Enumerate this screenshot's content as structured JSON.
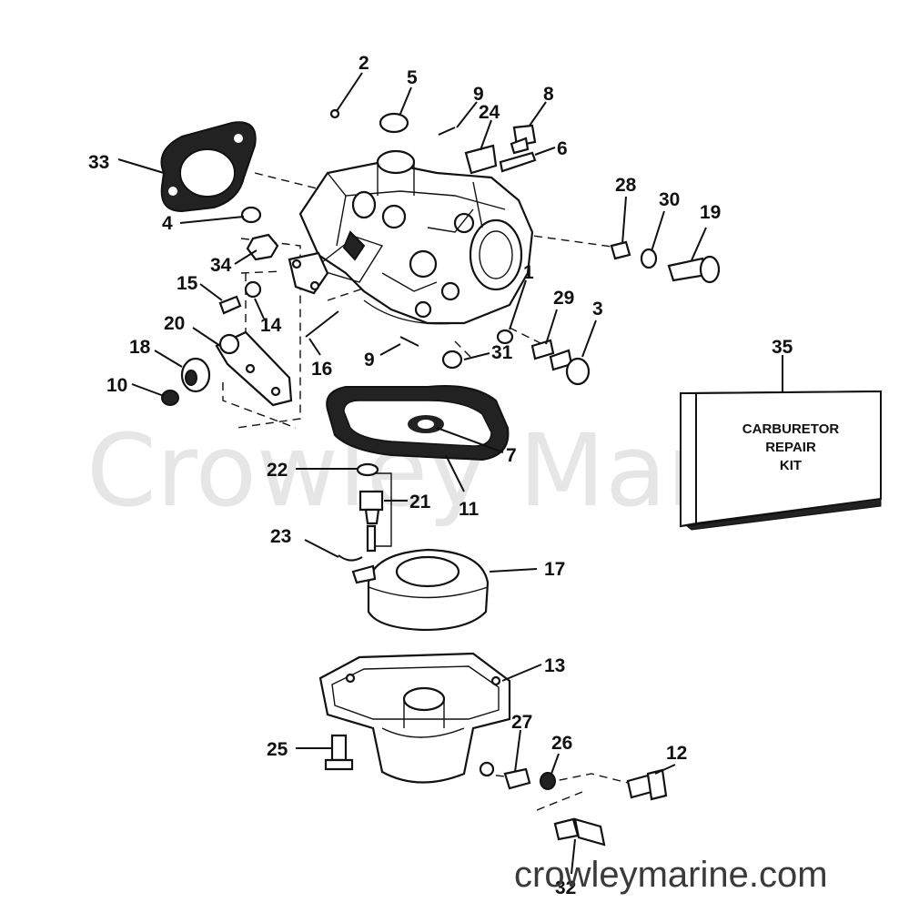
{
  "watermark": "Crowley Marine",
  "website": "crowleymarine.com",
  "kit": {
    "number": "35",
    "line1": "CARBURETOR",
    "line2": "REPAIR",
    "line3": "KIT"
  },
  "callouts": [
    {
      "label": "1"
    },
    {
      "label": "2"
    },
    {
      "label": "3"
    },
    {
      "label": "4"
    },
    {
      "label": "5"
    },
    {
      "label": "6"
    },
    {
      "label": "7"
    },
    {
      "label": "8"
    },
    {
      "label": "9"
    },
    {
      "label": "9"
    },
    {
      "label": "10"
    },
    {
      "label": "11"
    },
    {
      "label": "12"
    },
    {
      "label": "13"
    },
    {
      "label": "14"
    },
    {
      "label": "15"
    },
    {
      "label": "16"
    },
    {
      "label": "17"
    },
    {
      "label": "18"
    },
    {
      "label": "19"
    },
    {
      "label": "20"
    },
    {
      "label": "21"
    },
    {
      "label": "22"
    },
    {
      "label": "23"
    },
    {
      "label": "24"
    },
    {
      "label": "25"
    },
    {
      "label": "26"
    },
    {
      "label": "27"
    },
    {
      "label": "28"
    },
    {
      "label": "29"
    },
    {
      "label": "30"
    },
    {
      "label": "31"
    },
    {
      "label": "32"
    },
    {
      "label": "33"
    },
    {
      "label": "34"
    }
  ]
}
